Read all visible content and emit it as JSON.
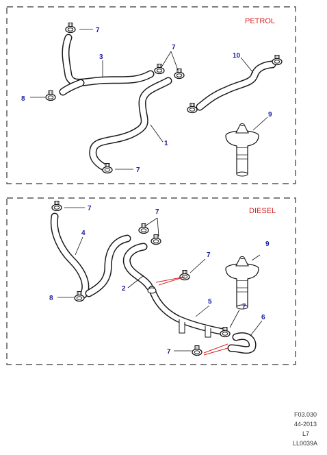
{
  "petrol_panel": {
    "label": "PETROL",
    "callouts": [
      "7",
      "7",
      "3",
      "8",
      "1",
      "7",
      "10",
      "9"
    ]
  },
  "diesel_panel": {
    "label": "DIESEL",
    "callouts": [
      "7",
      "7",
      "4",
      "2",
      "7",
      "9",
      "8",
      "5",
      "7",
      "6",
      "7"
    ]
  },
  "reference_block": {
    "lines": [
      "F03.030",
      "44-2013",
      "L7",
      "LL0039A"
    ]
  },
  "colors": {
    "callout": "#1a1aa0",
    "section_label": "#d42020",
    "lines": "#1a1a1a"
  }
}
